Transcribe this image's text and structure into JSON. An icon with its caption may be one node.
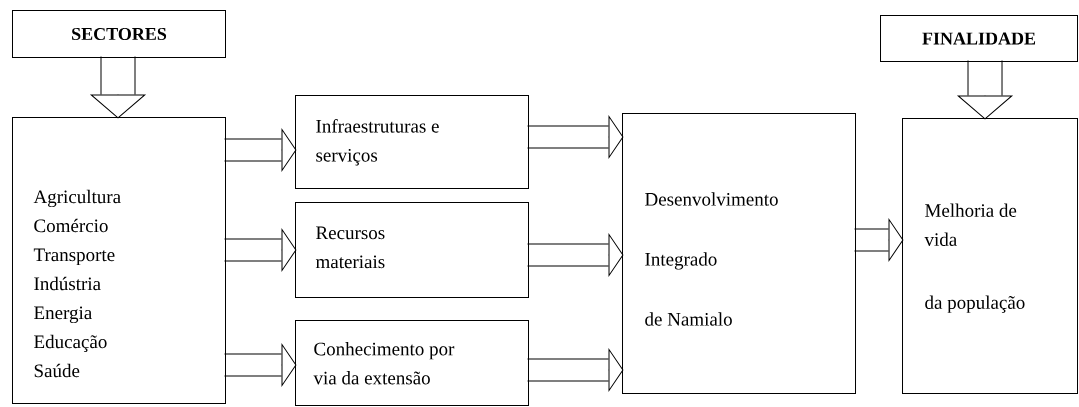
{
  "diagram": {
    "nodes": [
      {
        "text": [
          "SECTORES"
        ]
      },
      {
        "text": [
          "Agricultura",
          "Comércio",
          "Transporte",
          "Indústria",
          "Energia",
          "Educação",
          "Saúde"
        ]
      },
      {
        "text": [
          "Infraestruturas e serviços"
        ]
      },
      {
        "text": [
          "Recursos materiais"
        ]
      },
      {
        "text": [
          "Conhecimento por via da extensão"
        ]
      },
      {
        "text": [
          "Desenvolvimento",
          "Integrado",
          "de Namialo"
        ]
      },
      {
        "text": [
          "Melhoria de vida",
          "da população"
        ]
      },
      {
        "text": [
          "FINALIDADE"
        ]
      }
    ],
    "edges": [
      {
        "from": 0,
        "to": 1,
        "arrow": "to"
      },
      {
        "from": 1,
        "to": 2,
        "arrow": "to"
      },
      {
        "from": 1,
        "to": 3,
        "arrow": "to"
      },
      {
        "from": 1,
        "to": 4,
        "arrow": "to"
      },
      {
        "from": 2,
        "to": 5,
        "arrow": "to"
      },
      {
        "from": 3,
        "to": 5,
        "arrow": "to"
      },
      {
        "from": 4,
        "to": 5,
        "arrow": "to"
      },
      {
        "from": 5,
        "to": 6,
        "arrow": "to"
      },
      {
        "from": 7,
        "to": 6,
        "arrow": "to"
      }
    ]
  }
}
